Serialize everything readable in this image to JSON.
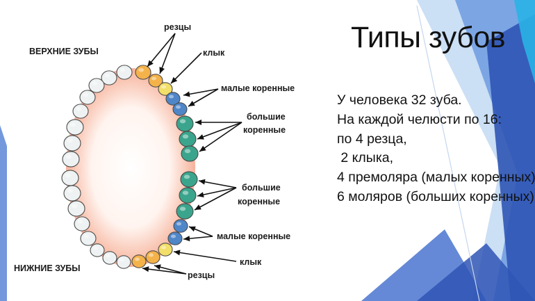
{
  "slide": {
    "title": "Типы зубов",
    "lines": [
      "У человека 32 зуба.",
      "На каждой челюсти по 16:",
      "по 4 резца,",
      " 2 клыка,",
      "4 премоляра (малых коренных),",
      "6 моляров (больших коренных)"
    ]
  },
  "diagram": {
    "upper_jaw": "ВЕРХНИЕ ЗУБЫ",
    "lower_jaw": "НИЖНИЕ ЗУБЫ",
    "labels": {
      "incisors_top": "резцы",
      "canine_top": "клык",
      "premolars_top": "малые коренные",
      "molars_top_1": "большие",
      "molars_top_2": "коренные",
      "molars_bottom_1": "большие",
      "molars_bottom_2": "коренные",
      "premolars_bottom": "малые коренные",
      "canine_bottom": "клык",
      "incisors_bottom": "резцы"
    },
    "colors": {
      "incisor": "#f4b24a",
      "canine": "#f2df6a",
      "premolar": "#4f86c8",
      "molar": "#3aa58c",
      "plain_tooth": "#eef2f2",
      "gum": "#f6b8a6"
    }
  },
  "theme": {
    "accent_dark": "#2f55b5",
    "accent_mid": "#5b86d6",
    "accent_light": "#9cc2ee"
  }
}
